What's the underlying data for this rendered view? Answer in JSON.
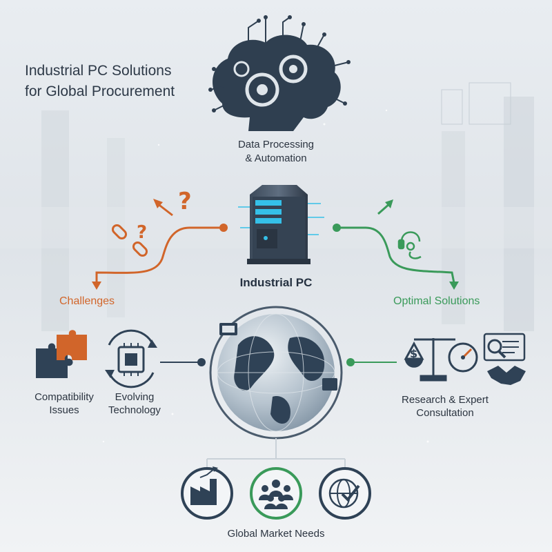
{
  "title": {
    "line1": "Industrial PC Solutions",
    "line2": "for Global Procurement"
  },
  "nodes": {
    "data_processing": {
      "line1": "Data Processing",
      "line2": "& Automation"
    },
    "industrial_pc": "Industrial PC",
    "challenges": "Challenges",
    "optimal_solutions": "Optimal Solutions",
    "compatibility": {
      "line1": "Compatibility",
      "line2": "Issues"
    },
    "evolving": {
      "line1": "Evolving",
      "line2": "Technology"
    },
    "research": {
      "line1": "Research & Expert",
      "line2": "Consultation"
    },
    "global_market": "Global Market Needs"
  },
  "colors": {
    "challenge": "#d1652a",
    "solution": "#3a9a5a",
    "dark": "#2d3947",
    "globe": "#2f4256"
  },
  "icons": [
    "brain-gears-icon",
    "server-tower-icon",
    "question-mark-icon",
    "broken-chain-icon",
    "arrow-icon",
    "headset-icon",
    "puzzle-icon",
    "chip-cycle-icon",
    "globe-icon",
    "scale-icon",
    "gauge-icon",
    "magnifier-report-icon",
    "handshake-icon",
    "factory-icon",
    "people-group-icon",
    "globe-check-icon"
  ]
}
